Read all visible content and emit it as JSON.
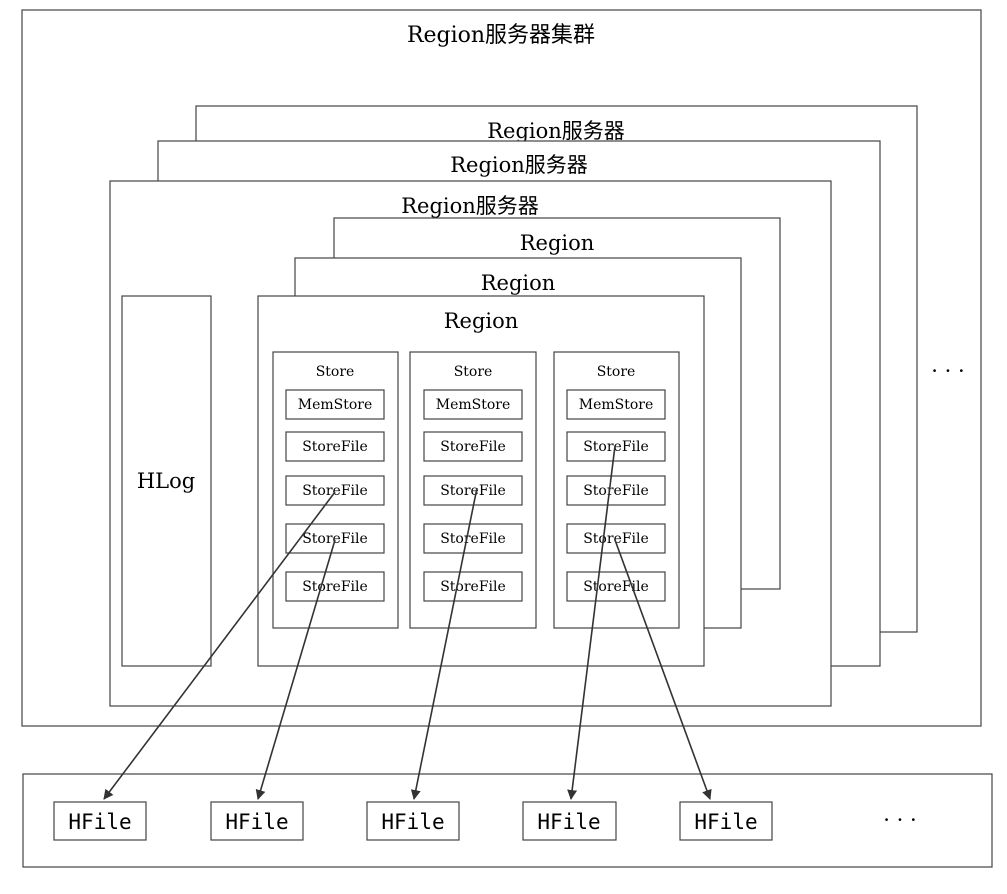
{
  "cluster": {
    "label": "Region服务器集群"
  },
  "servers": [
    {
      "label": "Region服务器"
    },
    {
      "label": "Region服务器"
    },
    {
      "label": "Region服务器"
    }
  ],
  "servers_more": "· · ·",
  "hlog": {
    "label": "HLog"
  },
  "regions": [
    {
      "label": "Region"
    },
    {
      "label": "Region"
    },
    {
      "label": "Region"
    }
  ],
  "stores": [
    {
      "label": "Store",
      "memstore": "MemStore",
      "storefiles": [
        "StoreFile",
        "StoreFile",
        "StoreFile",
        "StoreFile"
      ]
    },
    {
      "label": "Store",
      "memstore": "MemStore",
      "storefiles": [
        "StoreFile",
        "StoreFile",
        "StoreFile",
        "StoreFile"
      ]
    },
    {
      "label": "Store",
      "memstore": "MemStore",
      "storefiles": [
        "StoreFile",
        "StoreFile",
        "StoreFile",
        "StoreFile"
      ]
    }
  ],
  "hfiles": [
    {
      "label": "HFile"
    },
    {
      "label": "HFile"
    },
    {
      "label": "HFile"
    },
    {
      "label": "HFile"
    },
    {
      "label": "HFile"
    }
  ],
  "hfiles_more": "· · ·"
}
